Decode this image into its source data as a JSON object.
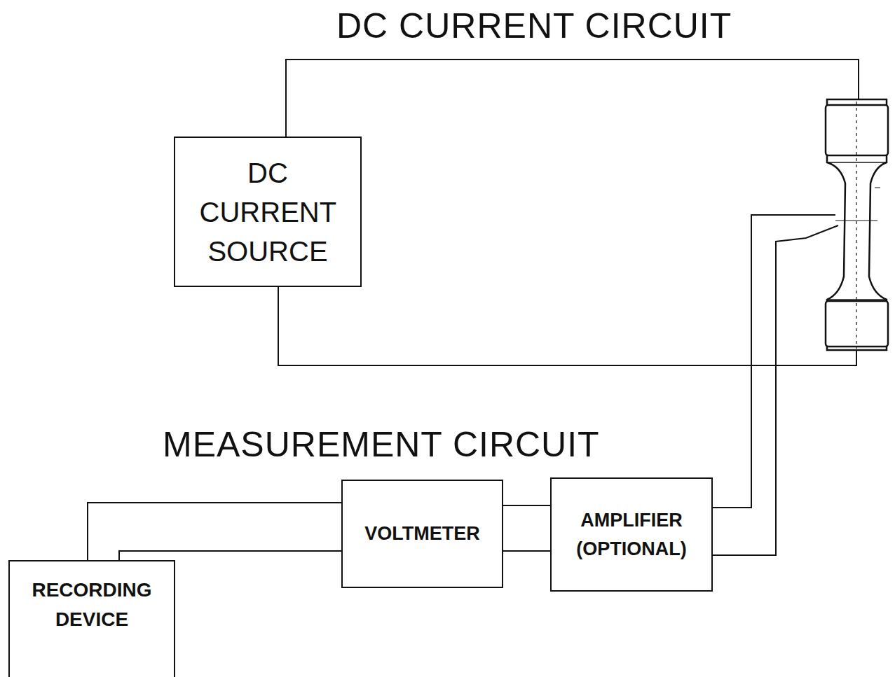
{
  "diagram": {
    "nodes": [
      {
        "text": [
          "DC CURRENT SOURCE"
        ]
      },
      {
        "text": [
          "VOLTMETER"
        ]
      },
      {
        "text": [
          "AMPLIFIER (OPTIONAL)"
        ]
      },
      {
        "text": [
          "RECORDING DEVICE"
        ]
      }
    ],
    "edges": [
      {
        "from": 1,
        "to": 2,
        "arrow": "none"
      },
      {
        "from": 1,
        "to": 2,
        "arrow": "none"
      },
      {
        "from": 3,
        "to": 1,
        "arrow": "none"
      },
      {
        "from": 3,
        "to": 1,
        "arrow": "none"
      }
    ],
    "labels": [
      "DC CURRENT CIRCUIT",
      "MEASUREMENT CIRCUIT"
    ]
  }
}
